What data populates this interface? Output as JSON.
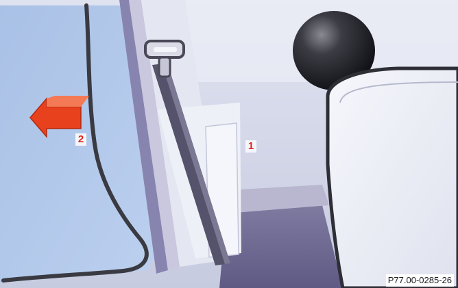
{
  "callouts": {
    "one": "1",
    "two": "2"
  },
  "reference_code": "P77.00-0285-26",
  "icons": {
    "arrow": "arrow-left-icon"
  },
  "colors": {
    "arrow_fill": "#e8411d",
    "callout_text": "#e2241a"
  }
}
